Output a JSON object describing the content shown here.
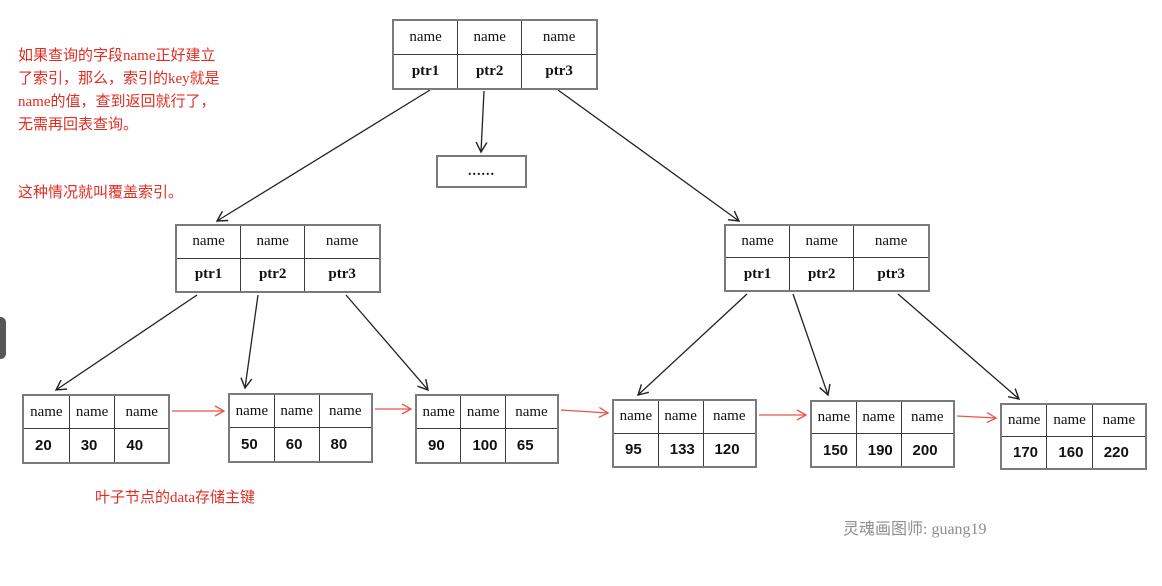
{
  "colors": {
    "note_red": "#e22d22",
    "link_red": "#e8544a",
    "edge_black": "#222222",
    "box_border": "#7a7a7a",
    "watermark_gray": "#8e8e8e"
  },
  "notes": {
    "covering_index_intro": "如果查询的字段name正好建立\n了索引，那么，索引的key就是\nname的值，查到返回就行了，\n无需再回表查询。",
    "covering_index_conclusion": "这种情况就叫覆盖索引。",
    "leaf_note": "叶子节点的data存储主键",
    "watermark": "灵魂画图师:  guang19"
  },
  "tree": {
    "root": {
      "headers": [
        "name",
        "name",
        "name"
      ],
      "pointers": [
        "ptr1",
        "ptr2",
        "ptr3"
      ]
    },
    "ellipsis": "......",
    "internal_left": {
      "headers": [
        "name",
        "name",
        "name"
      ],
      "pointers": [
        "ptr1",
        "ptr2",
        "ptr3"
      ]
    },
    "internal_right": {
      "headers": [
        "name",
        "name",
        "name"
      ],
      "pointers": [
        "ptr1",
        "ptr2",
        "ptr3"
      ]
    },
    "leaves": [
      {
        "headers": [
          "name",
          "name",
          "name"
        ],
        "keys": [
          "20",
          "30",
          "40"
        ]
      },
      {
        "headers": [
          "name",
          "name",
          "name"
        ],
        "keys": [
          "50",
          "60",
          "80"
        ]
      },
      {
        "headers": [
          "name",
          "name",
          "name"
        ],
        "keys": [
          "90",
          "100",
          "65"
        ]
      },
      {
        "headers": [
          "name",
          "name",
          "name"
        ],
        "keys": [
          "95",
          "133",
          "120"
        ]
      },
      {
        "headers": [
          "name",
          "name",
          "name"
        ],
        "keys": [
          "150",
          "190",
          "200"
        ]
      },
      {
        "headers": [
          "name",
          "name",
          "name"
        ],
        "keys": [
          "170",
          "160",
          "220"
        ]
      }
    ]
  }
}
